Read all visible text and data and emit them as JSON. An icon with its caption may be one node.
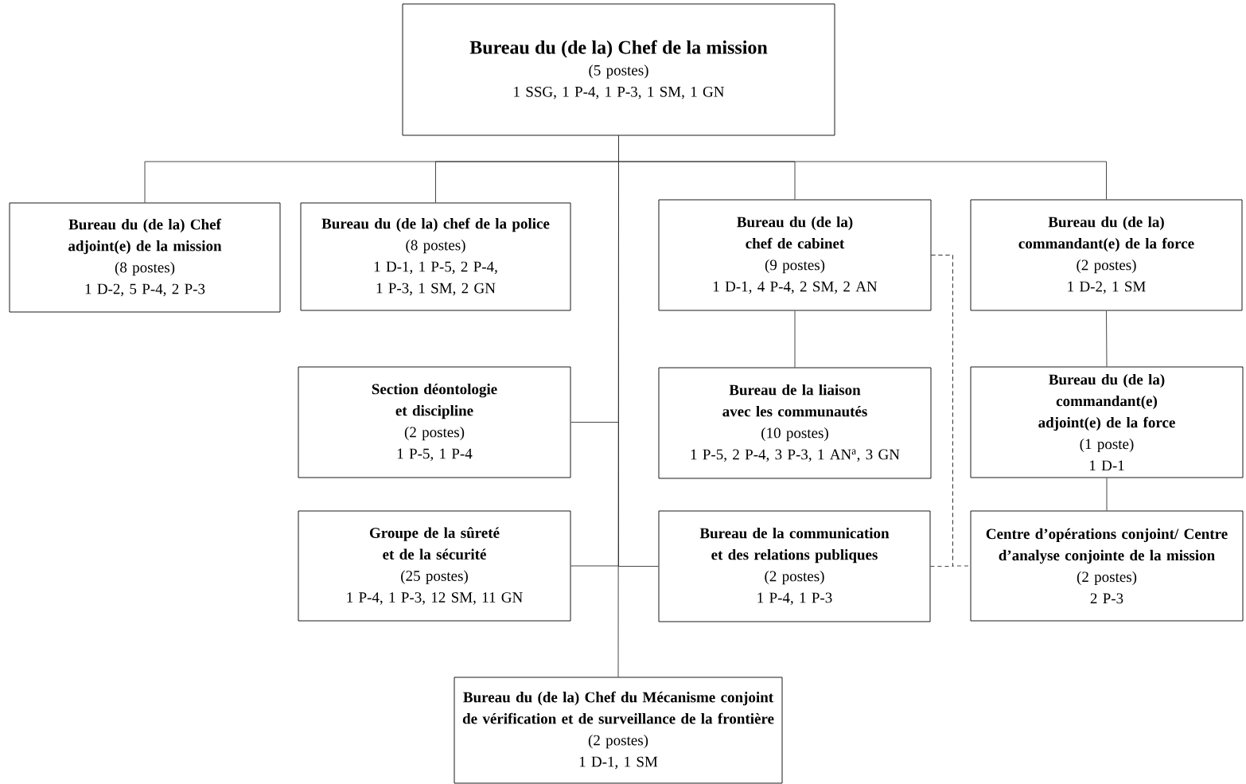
{
  "diagram": {
    "nodes": [
      {
        "text": [
          "Bureau du (de la) Chef de la mission",
          "(5 postes)",
          "1 SSG, 1 P-4, 1 P-3, 1 SM, 1 GN"
        ]
      },
      {
        "text": [
          "Bureau du (de la) Chef adjoint(e) de la mission",
          "(8 postes)",
          "1 D-2, 5 P-4, 2 P-3"
        ]
      },
      {
        "text": [
          "Bureau du (de la) chef de la police",
          "(8 postes)",
          "1 D-1, 1 P-5, 2 P-4, 1 P-3, 1 SM, 2 GN"
        ]
      },
      {
        "text": [
          "Bureau du (de la) chef de cabinet",
          "(9 postes)",
          "1 D-1, 4 P-4, 2 SM, 2 AN"
        ]
      },
      {
        "text": [
          "Bureau du (de la) commandant(e) de la force",
          "(2 postes)",
          "1 D-2, 1 SM"
        ]
      },
      {
        "text": [
          "Section déontologie et discipline",
          "(2 postes)",
          "1 P-5, 1 P-4"
        ]
      },
      {
        "text": [
          "Bureau de la liaison avec les communautés",
          "(10 postes)",
          "1 P-5, 2 P-4, 3 P-3, 1 AN$^{a}$, 3 GN"
        ]
      },
      {
        "text": [
          "Bureau du (de la) commandant(e) adjoint(e) de la force",
          "(1 poste)",
          "1 D-1"
        ]
      },
      {
        "text": [
          "Groupe de la sûreté et de la sécurité",
          "(25 postes)",
          "1 P-4, 1 P-3, 12 SM, 11 GN"
        ]
      },
      {
        "text": [
          "Bureau de la communication et des relations publiques",
          "(2 postes)",
          "1 P-4, 1 P-3"
        ]
      },
      {
        "text": [
          "Centre d’opérations conjoint/ Centre d’analyse conjointe de la mission",
          "(2 postes)",
          "2 P-3"
        ]
      },
      {
        "text": [
          "Bureau du (de la) Chef du Mécanisme conjoint de vérification et de surveillance de la frontière",
          "(2 postes)",
          "1 D-1, 1 SM"
        ]
      }
    ],
    "edges": [
      {
        "from": 0,
        "to": 1,
        "arrow": "none"
      },
      {
        "from": 0,
        "to": 2,
        "arrow": "none"
      },
      {
        "from": 0,
        "to": 3,
        "arrow": "none"
      },
      {
        "from": 0,
        "to": 4,
        "arrow": "none"
      },
      {
        "from": 0,
        "to": 5,
        "arrow": "none"
      },
      {
        "from": 0,
        "to": 8,
        "arrow": "none"
      },
      {
        "from": 0,
        "to": 9,
        "arrow": "none"
      },
      {
        "from": 0,
        "to": 11,
        "arrow": "none"
      },
      {
        "from": 3,
        "to": 6,
        "arrow": "none"
      },
      {
        "from": 4,
        "to": 7,
        "arrow": "none"
      },
      {
        "from": 7,
        "to": 10,
        "arrow": "none"
      },
      {
        "from": 3,
        "to": 9,
        "arrow": "none",
        "style": "dashed"
      },
      {
        "from": 3,
        "to": 10,
        "arrow": "none",
        "style": "dashed"
      }
    ]
  }
}
